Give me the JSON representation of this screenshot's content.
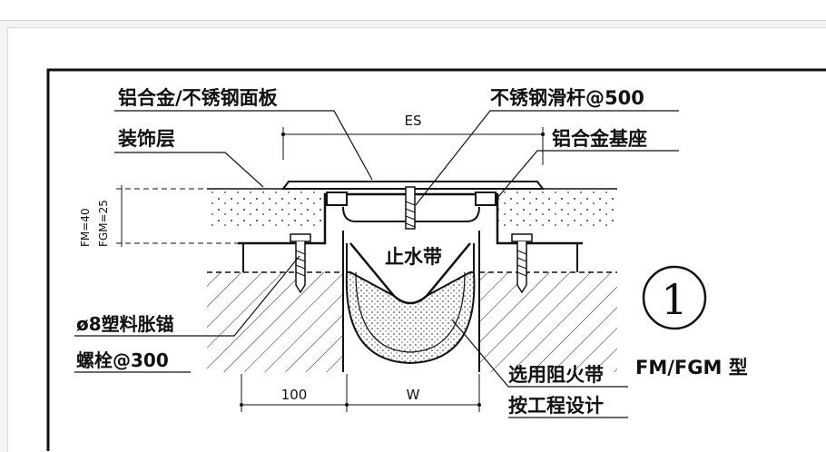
{
  "labels": {
    "panel": "铝合金/不锈钢面板",
    "finish": "装饰层",
    "rod": "不锈钢滑杆@500",
    "base": "铝合金基座",
    "waterstop": "止水带",
    "anchor1": "ø8塑料胀锚",
    "anchor2": "螺栓@300",
    "fire1": "选用阻火带",
    "fire2": "按工程设计",
    "model": "FM/FGM 型"
  },
  "dims": {
    "es": "ES",
    "fm": "FM=40",
    "fgm": "FGM=25",
    "w100": "100",
    "w": "W"
  },
  "circle": {
    "number": "1"
  }
}
